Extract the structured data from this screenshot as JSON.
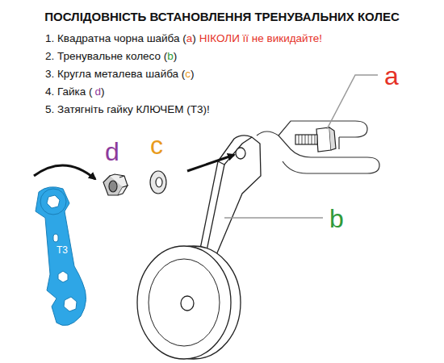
{
  "diagram": {
    "title": "ПОСЛІДОВНІСТЬ ВСТАНОВЛЕННЯ ТРЕНУВАЛЬНИХ КОЛЕС",
    "labels": [
      "1. Квадратна чорна шайба (",
      "a",
      ")",
      "НІКОЛИ її не викидайте!",
      "2. Тренувальне колесо (",
      "b",
      ")",
      "3. Кругла металева шайба (",
      "c",
      ")",
      "4. Гайка (",
      "d",
      ")",
      "5. Затягніть гайку КЛЮЧЕМ (T3)!",
      "a",
      "b",
      "c",
      "d",
      "T3"
    ]
  }
}
